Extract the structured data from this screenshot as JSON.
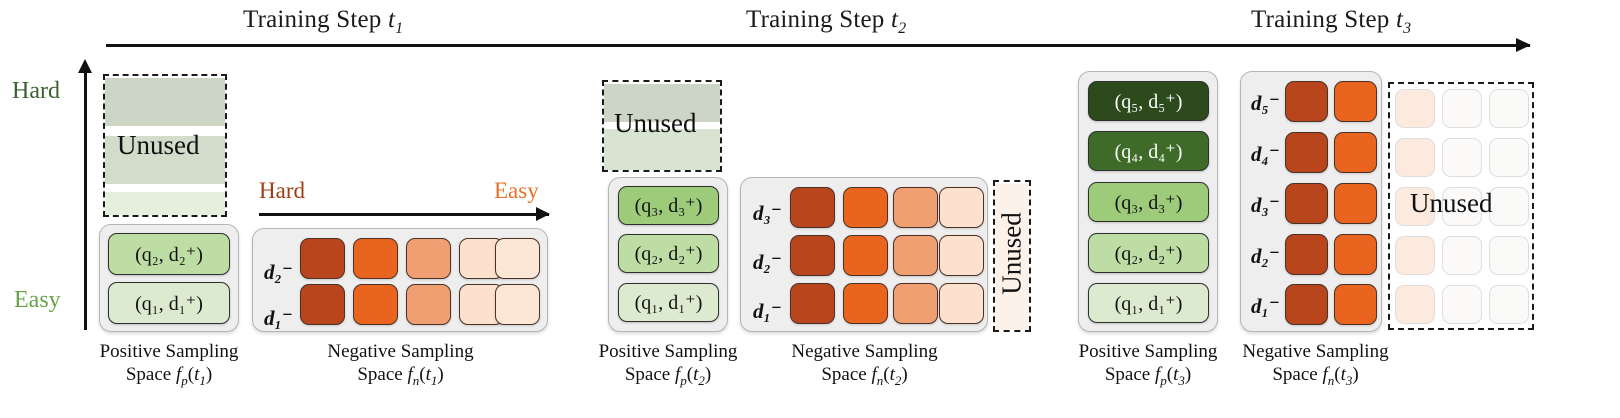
{
  "timeline": {
    "steps": [
      {
        "label": "Training Step",
        "var": "t",
        "idx": "1"
      },
      {
        "label": "Training Step",
        "var": "t",
        "idx": "2"
      },
      {
        "label": "Training Step",
        "var": "t",
        "idx": "3"
      }
    ],
    "arrow": "right-arrow-icon"
  },
  "difficulty_axis": {
    "vertical": {
      "top_label": "Hard",
      "bottom_label": "Easy",
      "top_color": "#3b6130",
      "bottom_color": "#66a34a"
    },
    "horizontal": {
      "left_label": "Hard",
      "right_label": "Easy",
      "left_color": "#9c3d13",
      "right_color": "#e8712a"
    }
  },
  "unused_label": "Unused",
  "positive_colors": [
    "#dcead0",
    "#bedda4",
    "#9dcb7a",
    "#3f6b28",
    "#2c4a1c"
  ],
  "negative_colors": [
    "#b8451b",
    "#e8641f",
    "#ef9f72",
    "#fbe1ce",
    "#fce6d6"
  ],
  "steps": [
    {
      "id": "t1",
      "positive": {
        "caption_line1": "Positive Sampling",
        "caption_line2_prefix": "Space",
        "caption_fn": "f",
        "caption_fn_sub": "p",
        "caption_arg": "t",
        "caption_arg_sub": "1",
        "items": [
          {
            "label": "(q₂, d₂⁺)",
            "color": "#bedda4",
            "text_light": false
          },
          {
            "label": "(q₁, d₁⁺)",
            "color": "#dcead0",
            "text_light": false
          }
        ]
      },
      "negative": {
        "caption_line1": "Negative Sampling",
        "caption_line2_prefix": "Space",
        "caption_fn": "f",
        "caption_fn_sub": "n",
        "caption_arg": "t",
        "caption_arg_sub": "1",
        "rows": [
          "d₂⁻",
          "d₁⁻"
        ],
        "cols": 5
      }
    },
    {
      "id": "t2",
      "positive": {
        "caption_line1": "Positive Sampling",
        "caption_line2_prefix": "Space",
        "caption_fn": "f",
        "caption_fn_sub": "p",
        "caption_arg": "t",
        "caption_arg_sub": "2",
        "items": [
          {
            "label": "(q₃, d₃⁺)",
            "color": "#9dcb7a",
            "text_light": false
          },
          {
            "label": "(q₂, d₂⁺)",
            "color": "#bedda4",
            "text_light": false
          },
          {
            "label": "(q₁, d₁⁺)",
            "color": "#dcead0",
            "text_light": false
          }
        ]
      },
      "negative": {
        "caption_line1": "Negative Sampling",
        "caption_line2_prefix": "Space",
        "caption_fn": "f",
        "caption_fn_sub": "n",
        "caption_arg": "t",
        "caption_arg_sub": "2",
        "rows": [
          "d₃⁻",
          "d₂⁻",
          "d₁⁻"
        ],
        "cols": 4
      }
    },
    {
      "id": "t3",
      "positive": {
        "caption_line1": "Positive Sampling",
        "caption_line2_prefix": "Space",
        "caption_fn": "f",
        "caption_fn_sub": "p",
        "caption_arg": "t",
        "caption_arg_sub": "3",
        "items": [
          {
            "label": "(q₅, d₅⁺)",
            "color": "#2c4a1c",
            "text_light": true
          },
          {
            "label": "(q₄, d₄⁺)",
            "color": "#3f6b28",
            "text_light": true
          },
          {
            "label": "(q₃, d₃⁺)",
            "color": "#9dcb7a",
            "text_light": false
          },
          {
            "label": "(q₂, d₂⁺)",
            "color": "#bedda4",
            "text_light": false
          },
          {
            "label": "(q₁, d₁⁺)",
            "color": "#dcead0",
            "text_light": false
          }
        ]
      },
      "negative": {
        "caption_line1": "Negative Sampling",
        "caption_line2_prefix": "Space",
        "caption_fn": "f",
        "caption_fn_sub": "n",
        "caption_arg": "t",
        "caption_arg_sub": "3",
        "rows": [
          "d₅⁻",
          "d₄⁻",
          "d₃⁻",
          "d₂⁻",
          "d₁⁻"
        ],
        "cols": 2
      }
    }
  ]
}
